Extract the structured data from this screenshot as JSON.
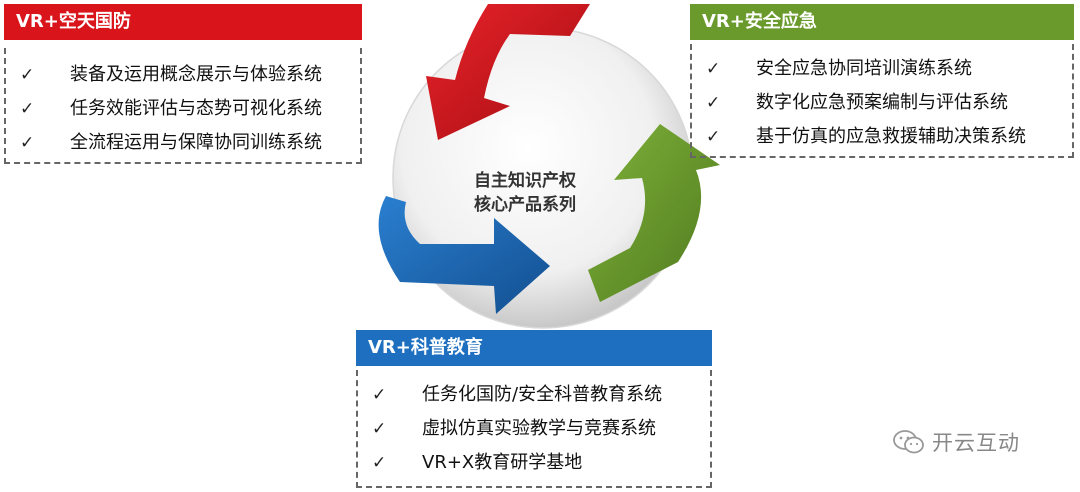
{
  "center": {
    "line1": "自主知识产权",
    "line2": "核心产品系列"
  },
  "panels": {
    "defense": {
      "title": "VR+空天国防",
      "color": "#d9141b",
      "items": [
        "装备及运用概念展示与体验系统",
        "任务效能评估与态势可视化系统",
        "全流程运用与保障协同训练系统"
      ]
    },
    "emergency": {
      "title": "VR+安全应急",
      "color": "#6a9a2c",
      "items": [
        "安全应急协同培训演练系统",
        "数字化应急预案编制与评估系统",
        "基于仿真的应急救援辅助决策系统"
      ]
    },
    "education": {
      "title": "VR+科普教育",
      "color": "#1f6fc0",
      "items": [
        "任务化国防/安全科普教育系统",
        "虚拟仿真实验教学与竞赛系统",
        "VR+X教育研学基地"
      ]
    }
  },
  "check_glyph": "✓",
  "watermark": {
    "text": "开云互动",
    "icon": "wechat-icon"
  },
  "arrow_colors": {
    "red": "#d9141b",
    "green": "#6a9a2c",
    "blue": "#1f6fc0"
  }
}
